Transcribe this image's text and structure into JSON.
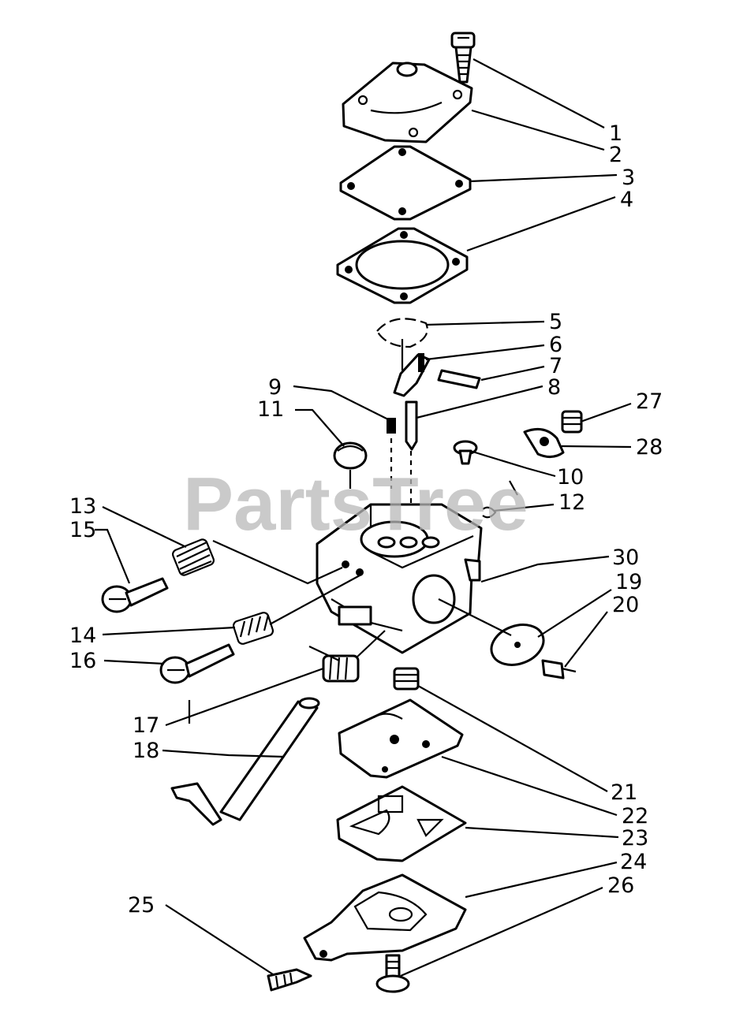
{
  "watermark": "PartsTree",
  "callouts": [
    {
      "id": "1",
      "label": "1"
    },
    {
      "id": "2",
      "label": "2"
    },
    {
      "id": "3",
      "label": "3"
    },
    {
      "id": "4",
      "label": "4"
    },
    {
      "id": "5",
      "label": "5"
    },
    {
      "id": "6",
      "label": "6"
    },
    {
      "id": "7",
      "label": "7"
    },
    {
      "id": "8",
      "label": "8"
    },
    {
      "id": "9",
      "label": "9"
    },
    {
      "id": "10",
      "label": "10"
    },
    {
      "id": "11",
      "label": "11"
    },
    {
      "id": "12",
      "label": "12"
    },
    {
      "id": "13",
      "label": "13"
    },
    {
      "id": "14",
      "label": "14"
    },
    {
      "id": "15",
      "label": "15"
    },
    {
      "id": "16",
      "label": "16"
    },
    {
      "id": "17",
      "label": "17"
    },
    {
      "id": "18",
      "label": "18"
    },
    {
      "id": "19",
      "label": "19"
    },
    {
      "id": "20",
      "label": "20"
    },
    {
      "id": "21",
      "label": "21"
    },
    {
      "id": "22",
      "label": "22"
    },
    {
      "id": "23",
      "label": "23"
    },
    {
      "id": "24",
      "label": "24"
    },
    {
      "id": "25",
      "label": "25"
    },
    {
      "id": "26",
      "label": "26"
    },
    {
      "id": "27",
      "label": "27"
    },
    {
      "id": "28",
      "label": "28"
    },
    {
      "id": "30",
      "label": "30"
    }
  ]
}
